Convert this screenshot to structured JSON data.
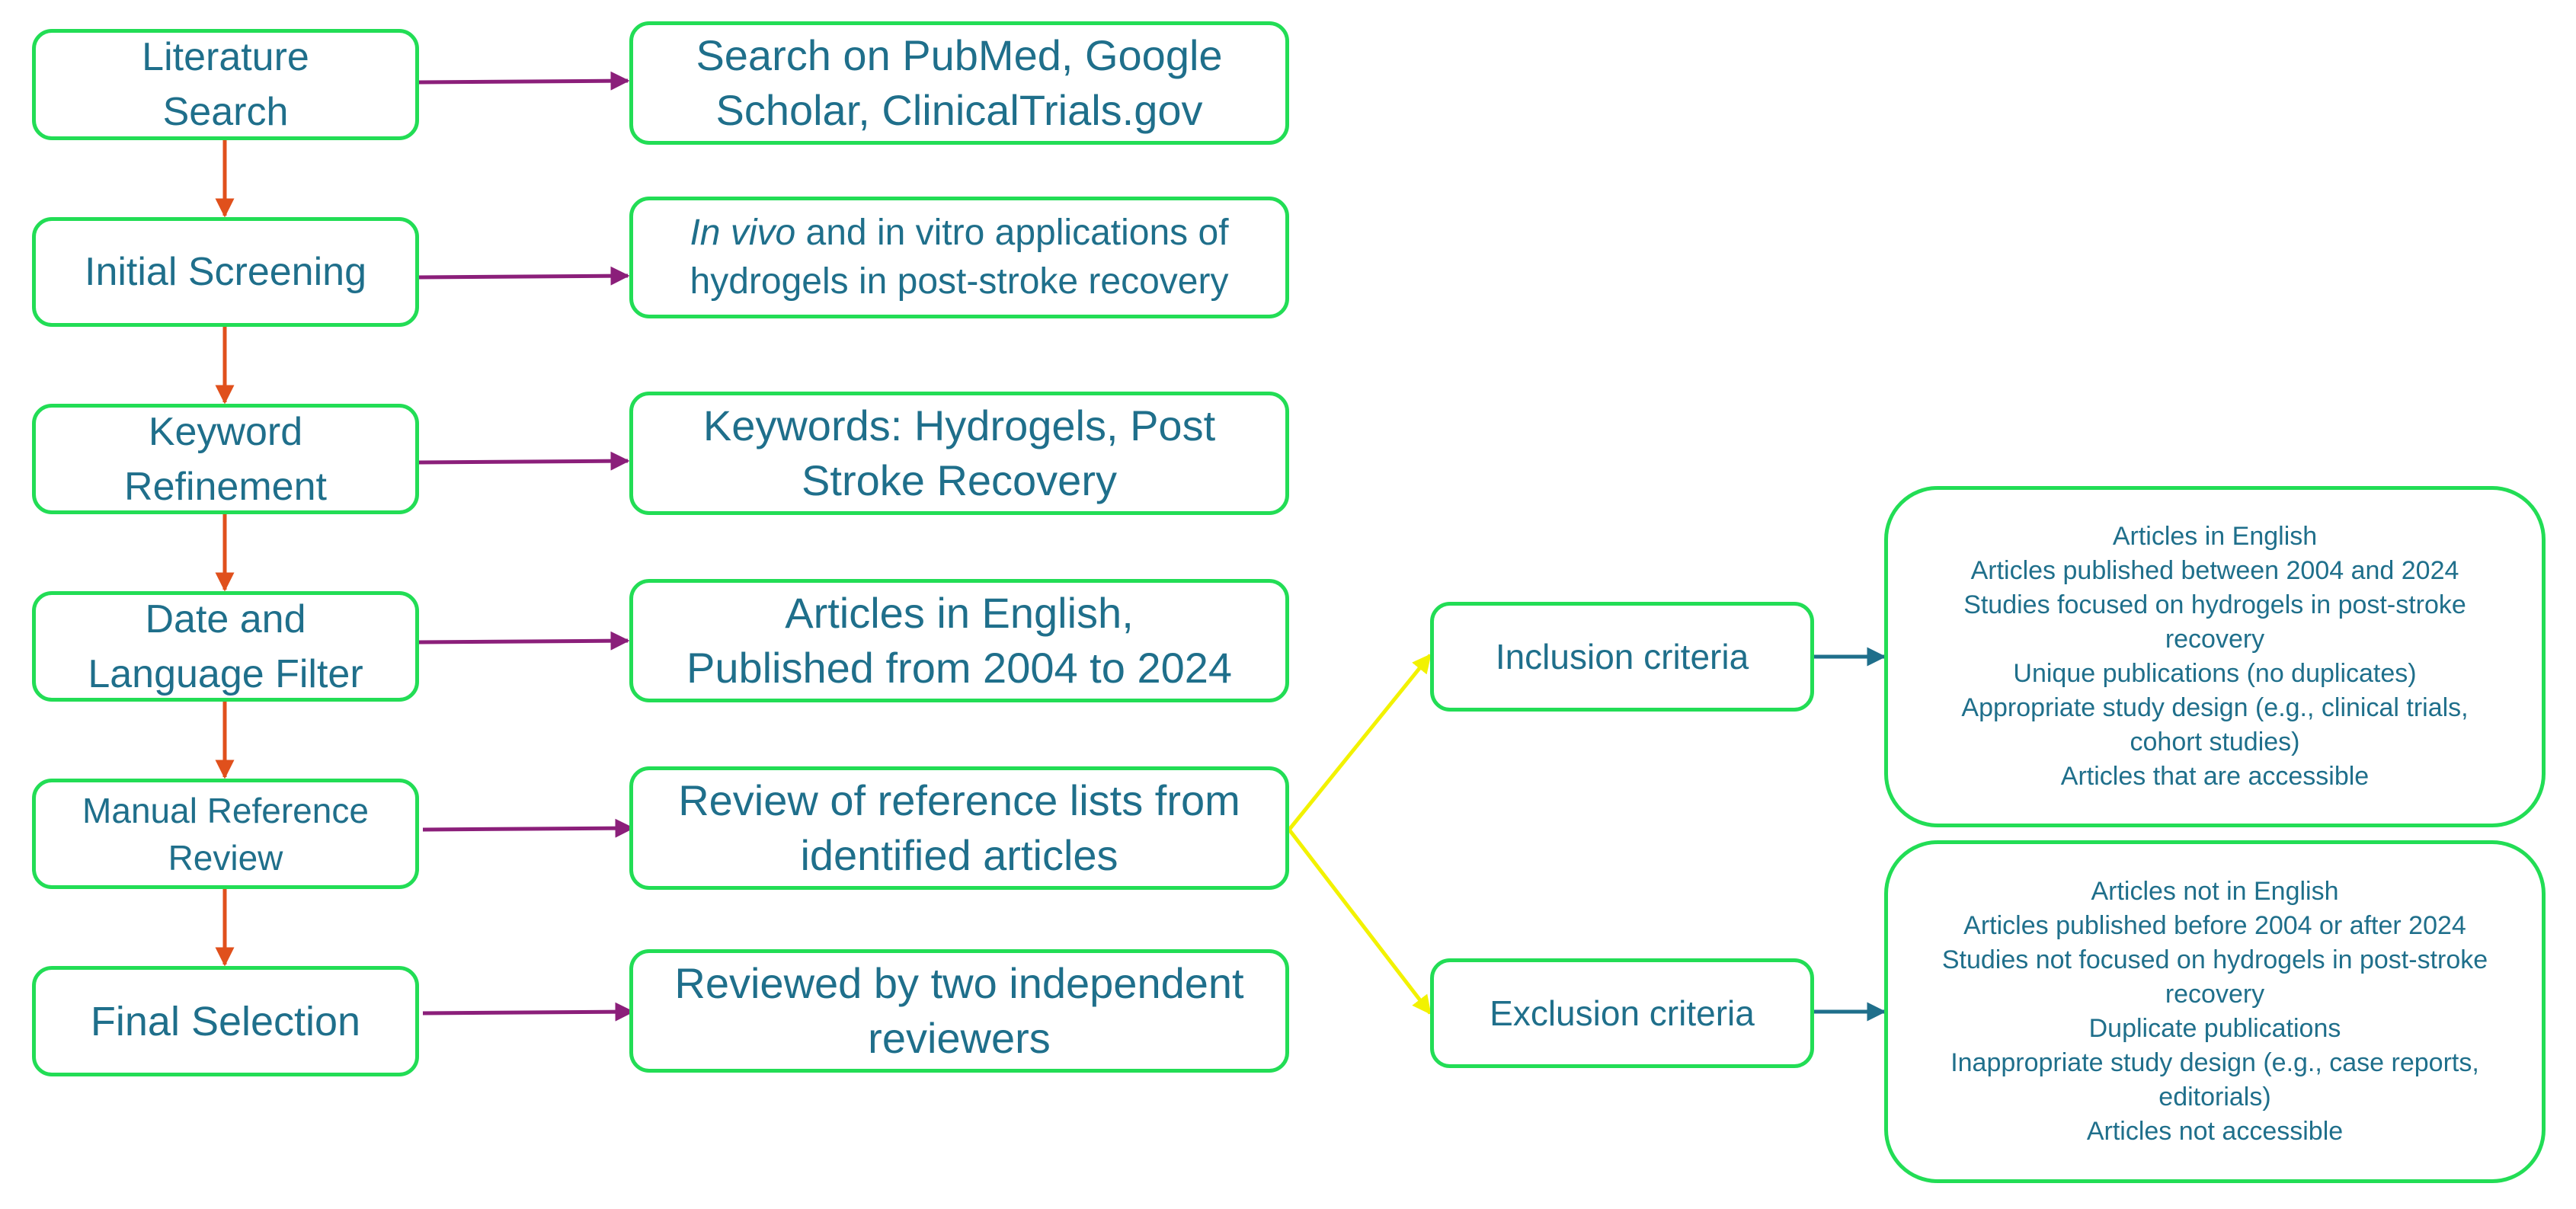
{
  "colors": {
    "box_border": "#22dd55",
    "text": "#1f6f8b",
    "step_arrow": "#e0501c",
    "detail_arrow": "#8b1f7a",
    "branch_arrow": "#f2f200",
    "criteria_arrow": "#1f6f8b"
  },
  "steps": [
    {
      "label_lines": [
        "Literature",
        "Search"
      ]
    },
    {
      "label_lines": [
        "Initial Screening"
      ]
    },
    {
      "label_lines": [
        "Keyword",
        "Refinement"
      ]
    },
    {
      "label_lines": [
        "Date and",
        "Language Filter"
      ]
    },
    {
      "label_lines": [
        "Manual Reference",
        "Review"
      ]
    },
    {
      "label_lines": [
        "Final Selection"
      ]
    }
  ],
  "details": [
    {
      "lines": [
        "Search on PubMed, Google",
        "Scholar, ClinicalTrials.gov"
      ]
    },
    {
      "italic_prefix": "In vivo",
      "lines": [
        " and in vitro applications of",
        "hydrogels in post-stroke recovery"
      ]
    },
    {
      "lines": [
        "Keywords: Hydrogels, Post",
        "Stroke Recovery"
      ]
    },
    {
      "lines": [
        "Articles in English,",
        "Published from 2004 to 2024"
      ]
    },
    {
      "lines": [
        "Review of reference lists from",
        "identified articles"
      ]
    },
    {
      "lines": [
        "Reviewed by two independent",
        "reviewers"
      ]
    }
  ],
  "criteria": [
    {
      "label": "Inclusion criteria",
      "items": [
        "Articles in English",
        "Articles published between 2004 and 2024",
        "Studies focused on hydrogels in post-stroke",
        "recovery",
        "Unique publications (no duplicates)",
        "Appropriate study design (e.g., clinical trials,",
        "cohort studies)",
        "Articles that are accessible"
      ]
    },
    {
      "label": "Exclusion criteria",
      "items": [
        "Articles not in English",
        "Articles published before 2004 or after 2024",
        "Studies not focused on hydrogels in post-stroke",
        "recovery",
        "Duplicate publications",
        "Inappropriate study design (e.g., case reports,",
        "editorials)",
        "Articles not accessible"
      ]
    }
  ]
}
